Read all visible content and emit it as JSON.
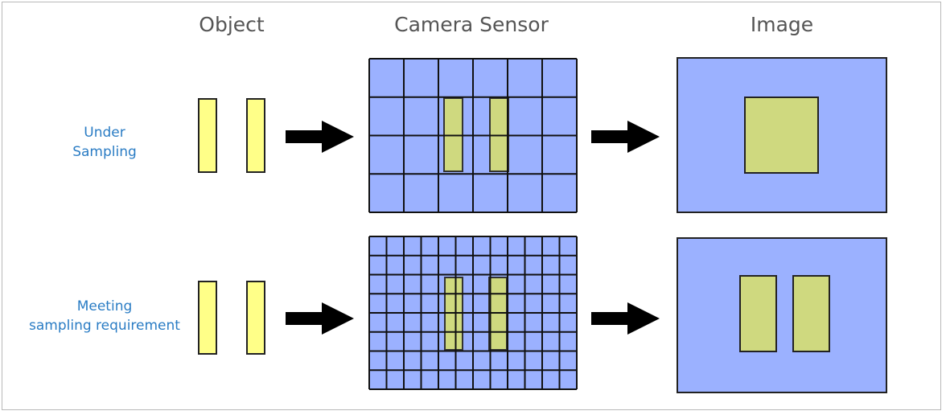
{
  "headers": {
    "object": "Object",
    "sensor": "Camera Sensor",
    "image": "Image"
  },
  "rows": [
    {
      "label_line1": "Under",
      "label_line2": "Sampling",
      "sensor_cols": 6,
      "sensor_rows": 4,
      "image_result": "merged"
    },
    {
      "label_line1": "Meeting",
      "label_line2": "sampling requirement",
      "sensor_cols": 12,
      "sensor_rows": 8,
      "image_result": "resolved"
    }
  ],
  "colors": {
    "sensor": "#9bb1ff",
    "object": "#ffff88",
    "overlay": "#cfd97f",
    "label": "#2a7cc4"
  }
}
